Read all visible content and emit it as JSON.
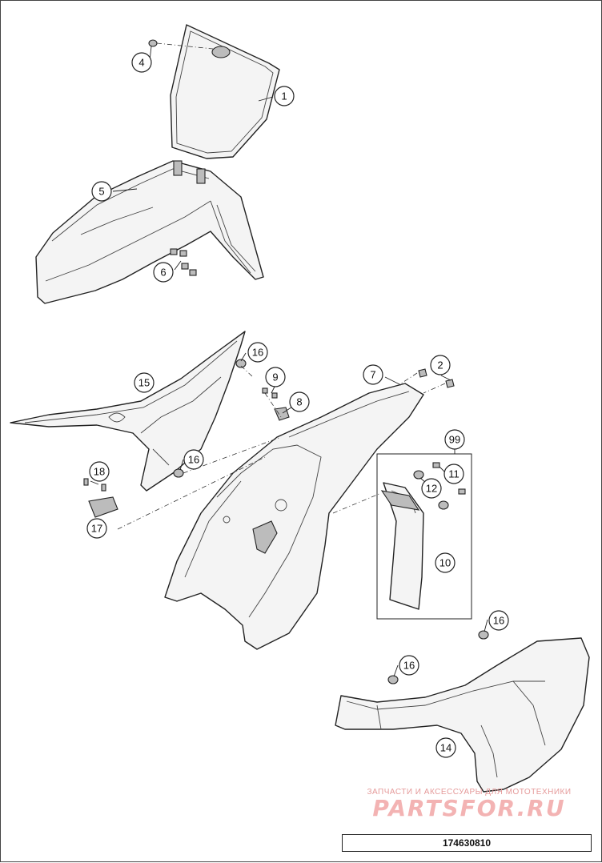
{
  "callouts": [
    {
      "id": "c1",
      "label": "1"
    },
    {
      "id": "c2",
      "label": "2"
    },
    {
      "id": "c4",
      "label": "4"
    },
    {
      "id": "c5",
      "label": "5"
    },
    {
      "id": "c6",
      "label": "6"
    },
    {
      "id": "c7",
      "label": "7"
    },
    {
      "id": "c8",
      "label": "8"
    },
    {
      "id": "c9",
      "label": "9"
    },
    {
      "id": "c10",
      "label": "10"
    },
    {
      "id": "c11",
      "label": "11"
    },
    {
      "id": "c12",
      "label": "12"
    },
    {
      "id": "c14",
      "label": "14"
    },
    {
      "id": "c15",
      "label": "15"
    },
    {
      "id": "c16a",
      "label": "16"
    },
    {
      "id": "c16b",
      "label": "16"
    },
    {
      "id": "c16c",
      "label": "16"
    },
    {
      "id": "c16d",
      "label": "16"
    },
    {
      "id": "c17",
      "label": "17"
    },
    {
      "id": "c18",
      "label": "18"
    },
    {
      "id": "c99",
      "label": "99"
    }
  ],
  "watermark": {
    "caption": "ЗАПЧАСТИ И АКСЕССУАРЫ ДЛЯ МОТОТЕХНИКИ",
    "logo": "PARTSFOR.RU"
  },
  "drawing_number": "174630810"
}
